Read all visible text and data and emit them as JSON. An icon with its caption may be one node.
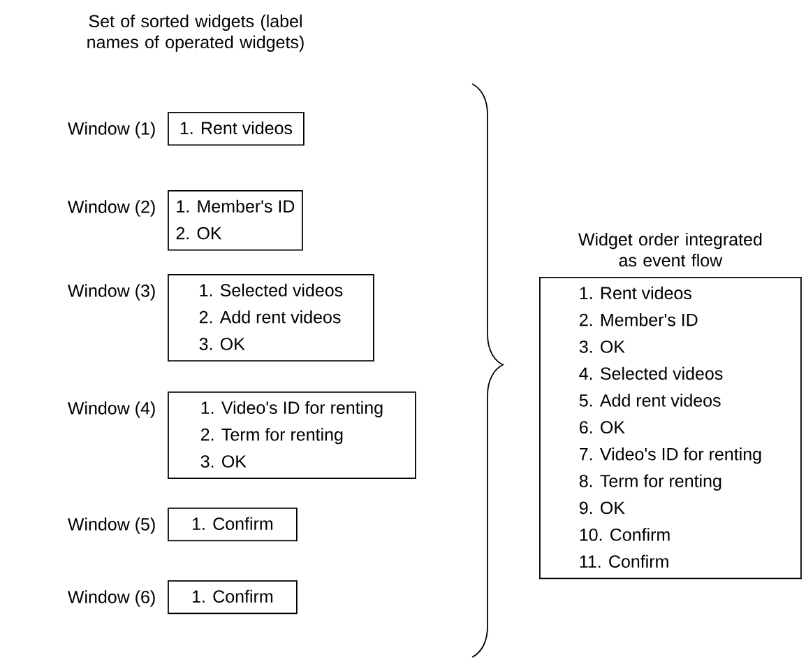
{
  "diagram": {
    "nodes": [
      {
        "text": [
          "1. Rent videos"
        ],
        "beside": [
          "Window (1)"
        ]
      },
      {
        "text": [
          "1. Member's ID",
          "2. OK"
        ],
        "beside": [
          "Window (2)"
        ]
      },
      {
        "text": [
          "1. Selected videos",
          "2. Add rent videos",
          "3. OK"
        ],
        "beside": [
          "Window (3)"
        ]
      },
      {
        "text": [
          "1. Video's ID for renting",
          "2. Term for renting",
          "3. OK"
        ],
        "beside": [
          "Window (4)"
        ]
      },
      {
        "text": [
          "1. Confirm"
        ],
        "beside": [
          "Window (5)"
        ]
      },
      {
        "text": [
          "1. Confirm"
        ],
        "beside": [
          "Window (6)"
        ]
      },
      {
        "text": [
          "Widget order integrated as event flow",
          "1. Rent videos",
          "2. Member's ID",
          "3. OK",
          "4. Selected videos",
          "5. Add rent videos",
          "6. OK",
          "7. Video's ID for renting",
          "8. Term for renting",
          "9. OK",
          "10. Confirm",
          "11. Confirm"
        ]
      }
    ],
    "labels": [
      "Set of sorted widgets (label names of operated widgets)"
    ]
  }
}
